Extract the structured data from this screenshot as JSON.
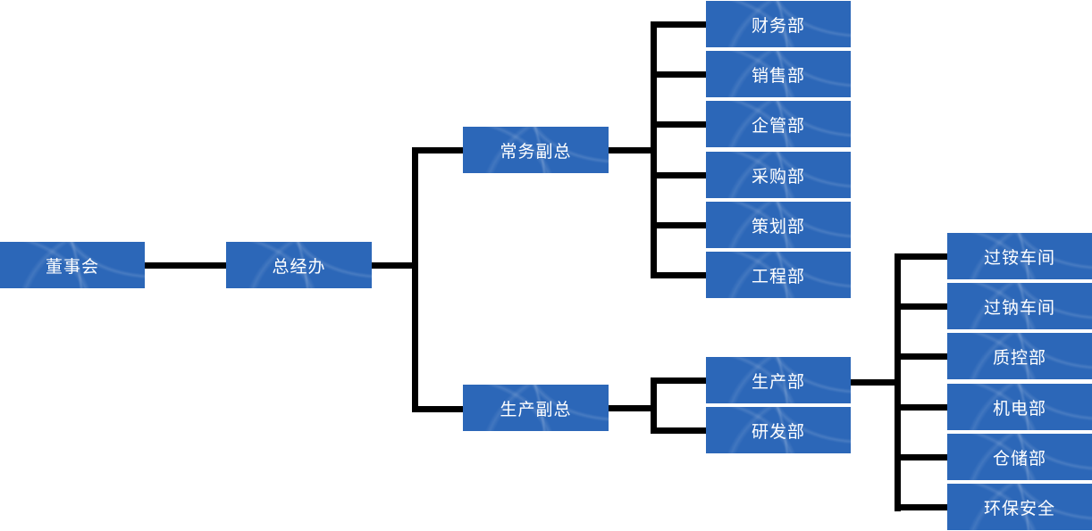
{
  "diagram": {
    "type": "org-chart",
    "colors": {
      "node_fill": "#2c67b8",
      "node_text": "#ffffff",
      "connector": "#000000",
      "background": "#ffffff"
    },
    "nodes": {
      "board": "董事会",
      "gm_office": "总经办",
      "exec_vp": "常务副总",
      "prod_vp": "生产副总",
      "exec_departments": [
        "财务部",
        "销售部",
        "企管部",
        "采购部",
        "策划部",
        "工程部"
      ],
      "prod_departments": [
        "生产部",
        "研发部"
      ],
      "production_subunits": [
        "过铵车间",
        "过钠车间",
        "质控部",
        "机电部",
        "仓储部",
        "环保安全"
      ]
    },
    "edges": [
      {
        "from": "董事会",
        "to": "总经办"
      },
      {
        "from": "总经办",
        "to": "常务副总"
      },
      {
        "from": "总经办",
        "to": "生产副总"
      },
      {
        "from": "常务副总",
        "to": "财务部"
      },
      {
        "from": "常务副总",
        "to": "销售部"
      },
      {
        "from": "常务副总",
        "to": "企管部"
      },
      {
        "from": "常务副总",
        "to": "采购部"
      },
      {
        "from": "常务副总",
        "to": "策划部"
      },
      {
        "from": "常务副总",
        "to": "工程部"
      },
      {
        "from": "生产副总",
        "to": "生产部"
      },
      {
        "from": "生产副总",
        "to": "研发部"
      },
      {
        "from": "生产部",
        "to": "过铵车间"
      },
      {
        "from": "生产部",
        "to": "过钠车间"
      },
      {
        "from": "生产部",
        "to": "质控部"
      },
      {
        "from": "生产部",
        "to": "机电部"
      },
      {
        "from": "生产部",
        "to": "仓储部"
      },
      {
        "from": "生产部",
        "to": "环保安全"
      }
    ]
  }
}
